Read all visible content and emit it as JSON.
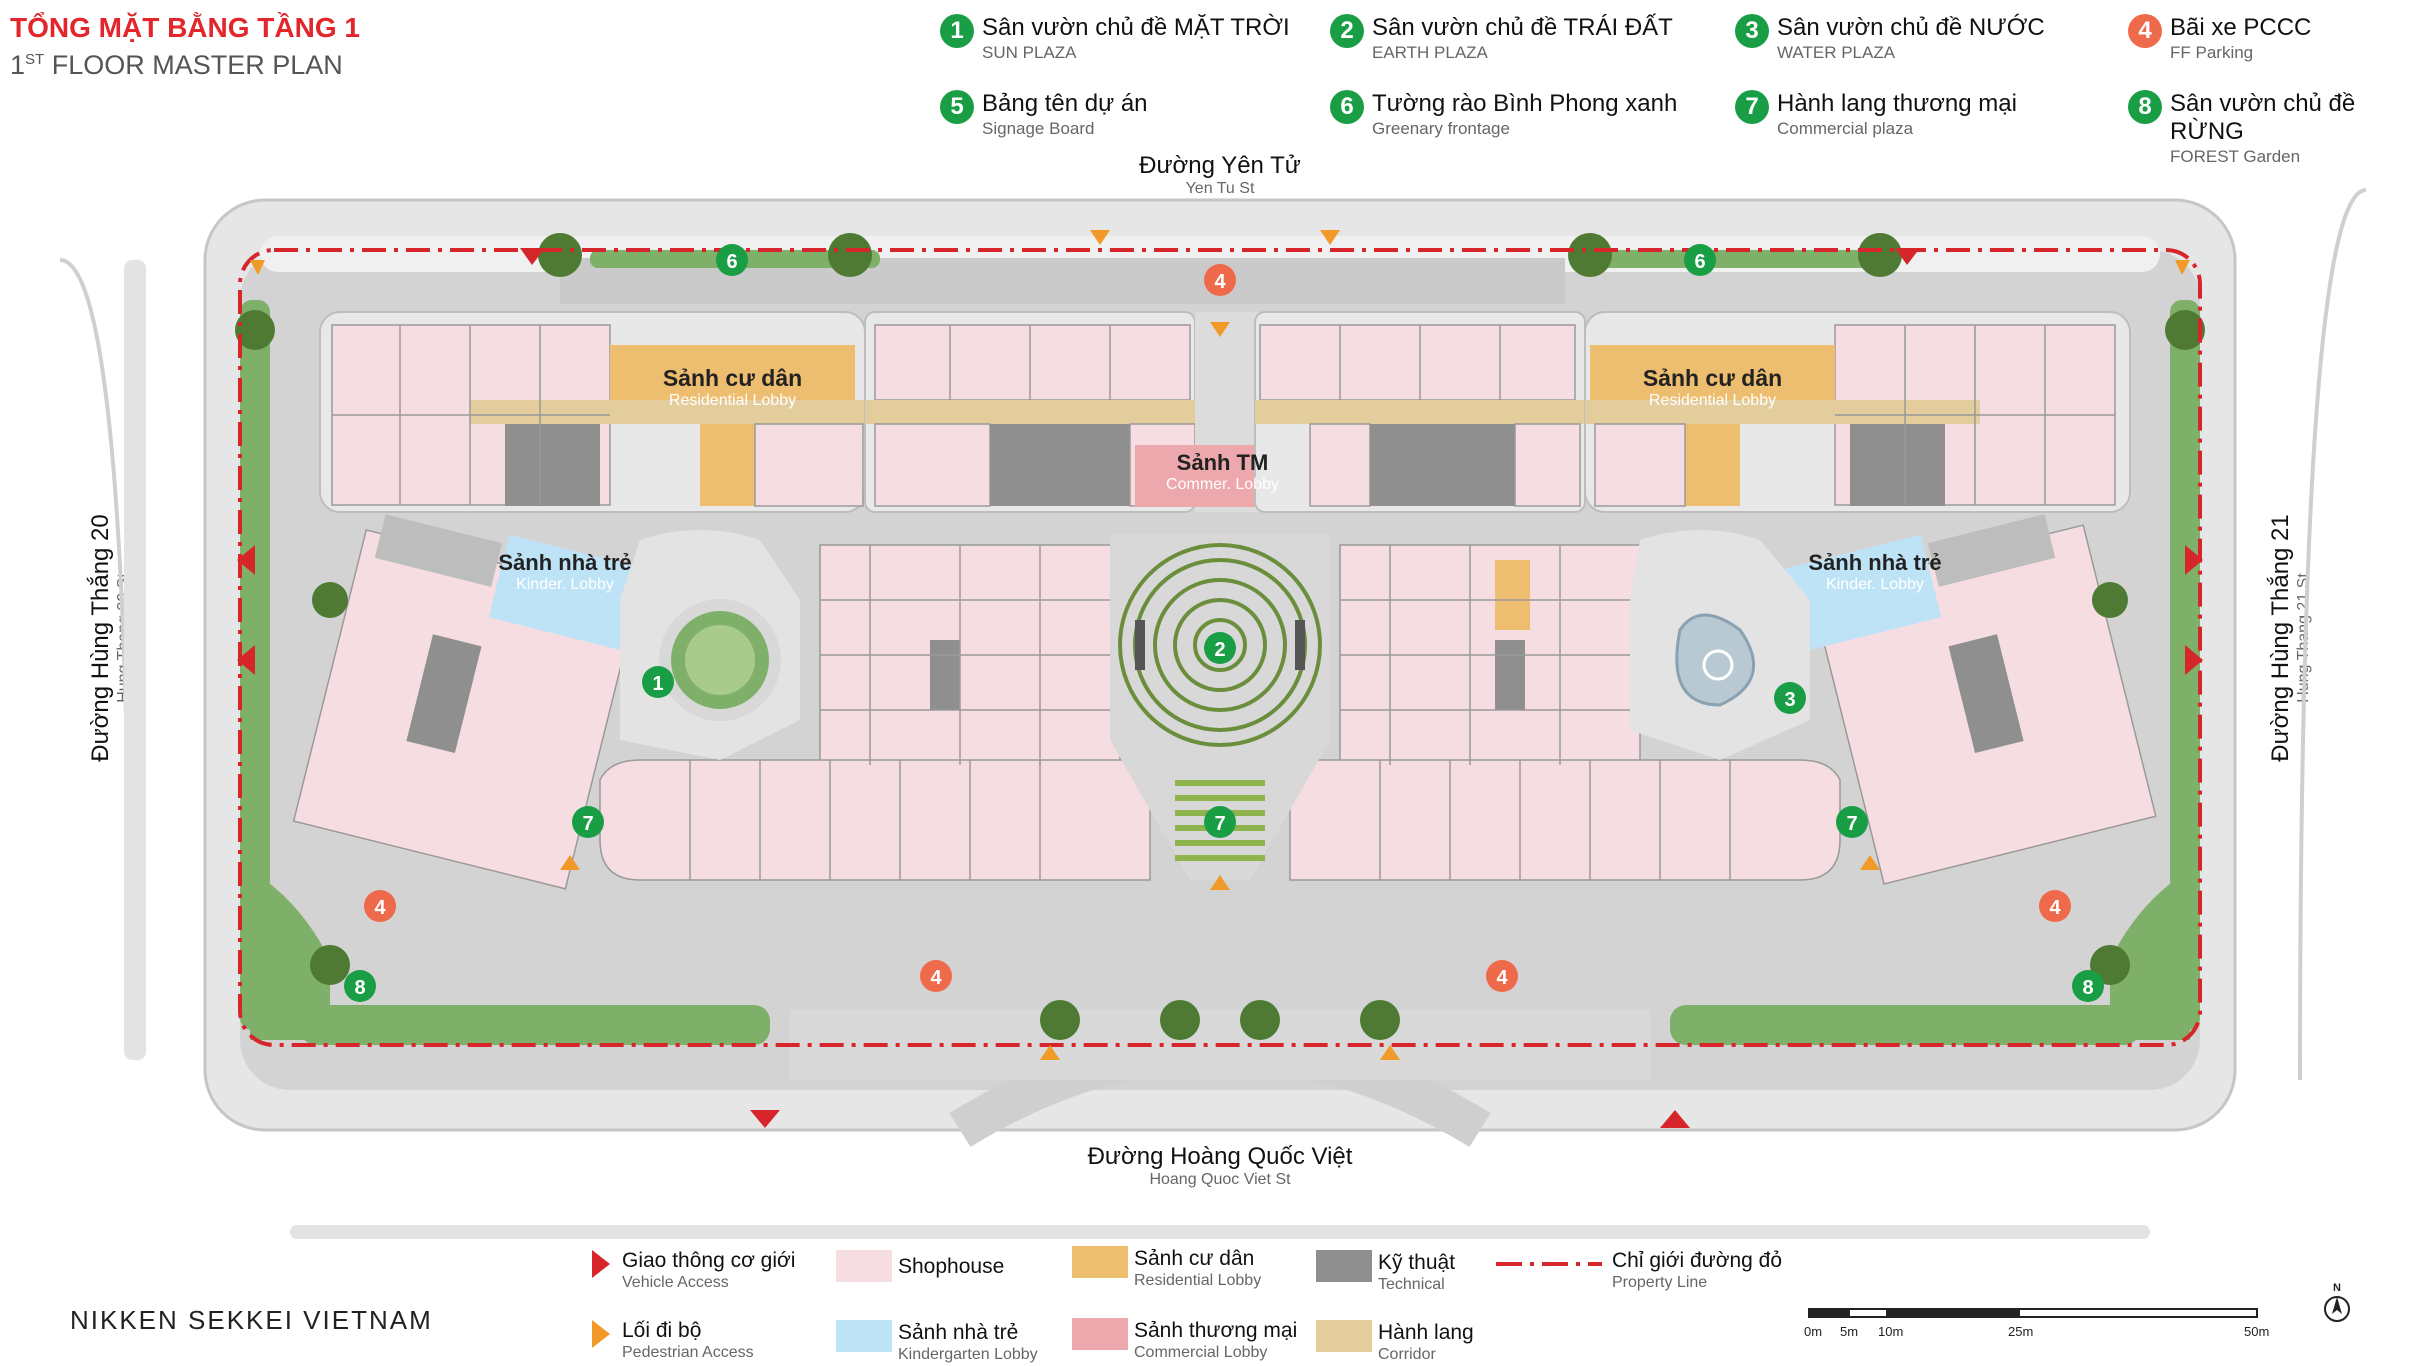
{
  "header": {
    "title_vi": "TỔNG MẶT BẰNG TẦNG 1",
    "title_en_sup": "ST",
    "title_en_num": "1",
    "title_en_rest": " FLOOR MASTER PLAN"
  },
  "key": [
    {
      "num": "1",
      "vi": "Sân vườn chủ đề MẶT TRỜI",
      "en": "SUN PLAZA",
      "color": "#1a9e45"
    },
    {
      "num": "2",
      "vi": "Sân vườn chủ đề TRÁI ĐẤT",
      "en": "EARTH PLAZA",
      "color": "#1a9e45"
    },
    {
      "num": "3",
      "vi": "Sân vườn chủ đề NƯỚC",
      "en": "WATER PLAZA",
      "color": "#1a9e45"
    },
    {
      "num": "4",
      "vi": "Bãi xe PCCC",
      "en": "FF Parking",
      "color": "#ef6a4a"
    },
    {
      "num": "5",
      "vi": "Bảng tên dự án",
      "en": "Signage Board",
      "color": "#1a9e45"
    },
    {
      "num": "6",
      "vi": "Tường rào Bình Phong xanh",
      "en": "Greenary frontage",
      "color": "#1a9e45"
    },
    {
      "num": "7",
      "vi": "Hành lang thương mại",
      "en": "Commercial plaza",
      "color": "#1a9e45"
    },
    {
      "num": "8",
      "vi": "Sân vườn chủ đề RỪNG",
      "en": "FOREST Garden",
      "color": "#1a9e45"
    }
  ],
  "streets": {
    "north_vi": "Đường Yên Tử",
    "north_en": "Yen Tu St",
    "south_vi": "Đường Hoàng Quốc Việt",
    "south_en": "Hoang Quoc Viet St",
    "west_vi": "Đường Hùng Thắng 20",
    "west_en": "Hung Thang 20 St",
    "east_vi": "Đường Hùng Thắng 21",
    "east_en": "Hung Thang 21 St"
  },
  "plan_labels": {
    "res_lobby_vi": "Sảnh cư dân",
    "res_lobby_en": "Residential Lobby",
    "comm_lobby_vi": "Sảnh TM",
    "comm_lobby_en": "Commer. Lobby",
    "kinder_vi": "Sảnh nhà trẻ",
    "kinder_en": "Kinder. Lobby"
  },
  "legend": [
    {
      "vi": "Giao thông cơ giới",
      "en": "Vehicle Access",
      "kind": "triangle-red"
    },
    {
      "vi": "Lối đi bộ",
      "en": "Pedestrian Access",
      "kind": "triangle-orange"
    },
    {
      "vi": "Shophouse",
      "en": "",
      "kind": "swatch",
      "color": "#f6dde1"
    },
    {
      "vi": "Sảnh nhà trẻ",
      "en": "Kindergarten Lobby",
      "kind": "swatch",
      "color": "#bfe3f6"
    },
    {
      "vi": "Sảnh cư dân",
      "en": "Residential Lobby",
      "kind": "swatch",
      "color": "#eebe70"
    },
    {
      "vi": "Sảnh thương mại",
      "en": "Commercial Lobby",
      "kind": "swatch",
      "color": "#eca8ad"
    },
    {
      "vi": "Kỹ thuật",
      "en": "Technical",
      "kind": "swatch",
      "color": "#8f8f8f"
    },
    {
      "vi": "Hành lang",
      "en": "Corridor",
      "kind": "swatch",
      "color": "#e3cd9c"
    },
    {
      "vi": "Chỉ giới đường đỏ",
      "en": "Property Line",
      "kind": "dashline"
    }
  ],
  "scale": {
    "labels": [
      "0m",
      "5m",
      "10m",
      "25m",
      "50m"
    ],
    "north": "N"
  },
  "brand": "NIKKEN SEKKEI VIETNAM",
  "colors": {
    "shophouse": "#f6dde1",
    "residential_lobby": "#eebe70",
    "kinder": "#bfe3f6",
    "commercial_lobby": "#eca8ad",
    "technical": "#8f8f8f",
    "corridor": "#e3cd9c",
    "road": "#d6d6d6",
    "paving": "#ececec",
    "green": "#7fb069",
    "property_line": "#d7262b"
  }
}
